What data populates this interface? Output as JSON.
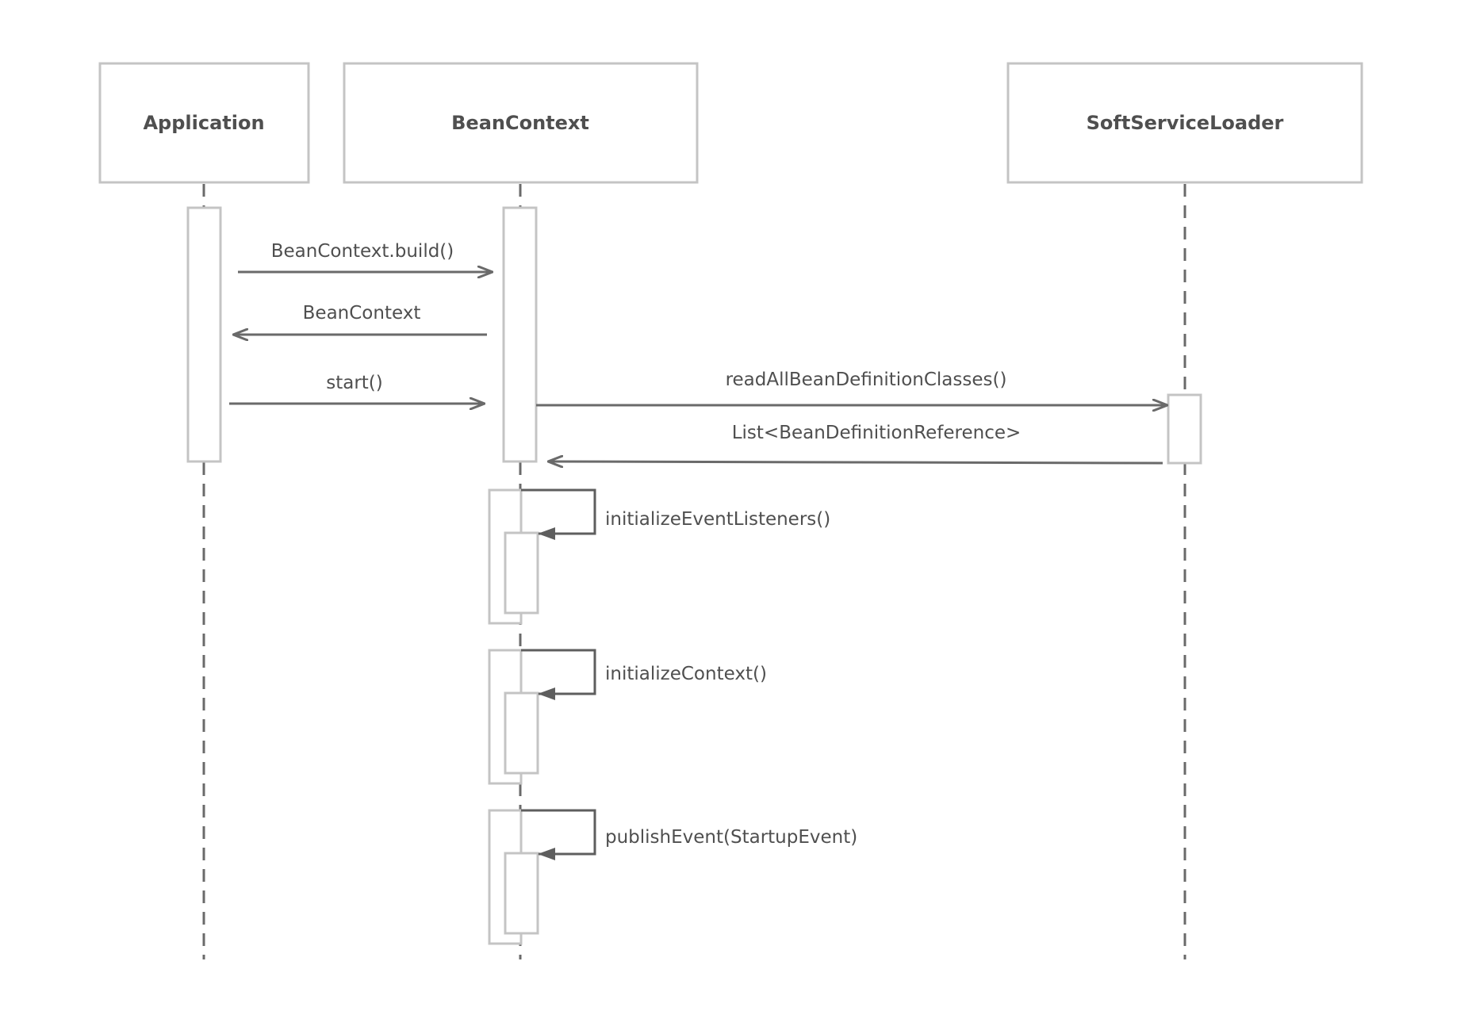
{
  "diagram": {
    "colors": {
      "box_stroke": "#c4c4c4",
      "line": "#6a6a6a",
      "text": "#4f4f4f",
      "background": "#ffffff"
    },
    "participants": [
      {
        "id": "application",
        "label": "Application"
      },
      {
        "id": "bean-context",
        "label": "BeanContext"
      },
      {
        "id": "soft-service-loader",
        "label": "SoftServiceLoader"
      }
    ],
    "messages": [
      {
        "id": "build",
        "label": "BeanContext.build()",
        "from": "Application",
        "to": "BeanContext",
        "kind": "call"
      },
      {
        "id": "return-context",
        "label": "BeanContext",
        "from": "BeanContext",
        "to": "Application",
        "kind": "return"
      },
      {
        "id": "start",
        "label": "start()",
        "from": "Application",
        "to": "BeanContext",
        "kind": "call"
      },
      {
        "id": "read-definitions",
        "label": "readAllBeanDefinitionClasses()",
        "from": "BeanContext",
        "to": "SoftServiceLoader",
        "kind": "call"
      },
      {
        "id": "return-references",
        "label": "List<BeanDefinitionReference>",
        "from": "SoftServiceLoader",
        "to": "BeanContext",
        "kind": "return"
      },
      {
        "id": "init-listeners",
        "label": "initializeEventListeners()",
        "from": "BeanContext",
        "to": "BeanContext",
        "kind": "self"
      },
      {
        "id": "init-context",
        "label": "initializeContext()",
        "from": "BeanContext",
        "to": "BeanContext",
        "kind": "self"
      },
      {
        "id": "publish-event",
        "label": "publishEvent(StartupEvent)",
        "from": "BeanContext",
        "to": "BeanContext",
        "kind": "self"
      }
    ]
  }
}
